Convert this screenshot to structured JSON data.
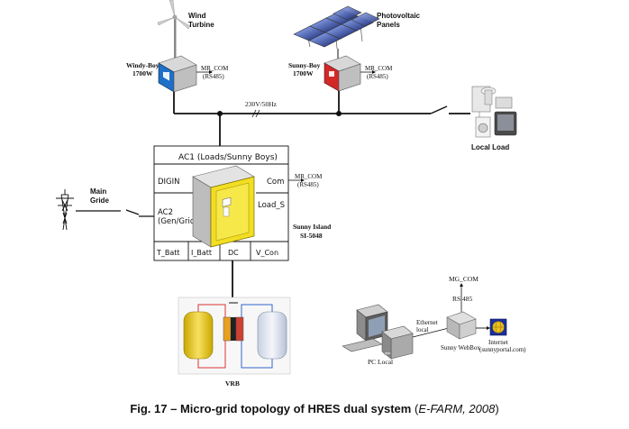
{
  "labels": {
    "wind_turbine": [
      "Wind",
      "Turbine"
    ],
    "photovoltaic": [
      "Photovoltaic",
      "Panels"
    ],
    "windy_boy": [
      "Windy-Boy",
      "1700W"
    ],
    "sunny_boy": [
      "Sunny-Boy",
      "1700W"
    ],
    "mr_com": [
      "MR_COM",
      "(RS485)"
    ],
    "bus_voltage": "230V/50Hz",
    "local_load": "Local Load",
    "main_grid": [
      "Main",
      "Gride"
    ],
    "sunny_island": [
      "Sunny Island",
      "SI-5048"
    ],
    "vrb": "VRB",
    "mg_com": "MG_COM",
    "rs485": "RS 485",
    "ethernet": [
      "Ethernet",
      "local"
    ],
    "sunny_webbox": "Sunny WebBox",
    "internet": [
      "Internet",
      "(sunnyportal.com)"
    ],
    "pc_local": "PC Local"
  },
  "island_terminals": {
    "ac1": "AC1 (Loads/Sunny Boys)",
    "digin": "DIGIN",
    "com": "Com",
    "ac2": [
      "AC2",
      "(Gen/Grid)"
    ],
    "load_s": "Load_S",
    "t_batt": "T_Batt",
    "i_batt": "I_Batt",
    "dc": "DC",
    "v_con": "V_Con"
  },
  "caption": {
    "main": "Fig. 17 – Micro-grid topology of HRES dual system",
    "source": "E-FARM, 2008"
  }
}
